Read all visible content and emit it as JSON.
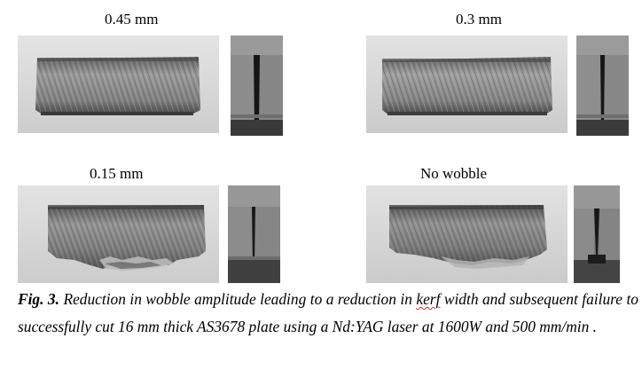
{
  "figure": {
    "panels": [
      {
        "label": "0.45 mm"
      },
      {
        "label": "0.3 mm"
      },
      {
        "label": "0.15 mm"
      },
      {
        "label": "No wobble"
      }
    ],
    "caption": {
      "label": "Fig.  3.",
      "text_before": " Reduction  in  wobble  amplitude  leading  to  a  reduction  in ",
      "spellcheck_word": "kerf",
      "text_after": "  width  and subsequent failure to successfully cut 16 mm thick AS3678 plate using a Nd:YAG laser  at 1600W and 500 mm/min ."
    },
    "colors": {
      "photo_background": "#d6d6d6",
      "cut_face": "#8a8a8a",
      "spellcheck_underline": "#d03030"
    }
  }
}
